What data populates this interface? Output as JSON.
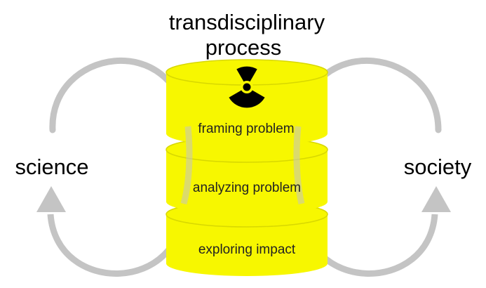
{
  "title": {
    "line1": "transdisciplinary",
    "line2": "process"
  },
  "left_label": "science",
  "right_label": "society",
  "stages": [
    {
      "label": "framing problem"
    },
    {
      "label": "analyzing problem"
    },
    {
      "label": "exploring impact"
    }
  ],
  "icons": {
    "top": "radiation-hazard-icon"
  },
  "colors": {
    "barrel_fill": "#f7f700",
    "barrel_edge": "#d8d800",
    "arrow": "#c4c4c4",
    "text": "#000000"
  }
}
